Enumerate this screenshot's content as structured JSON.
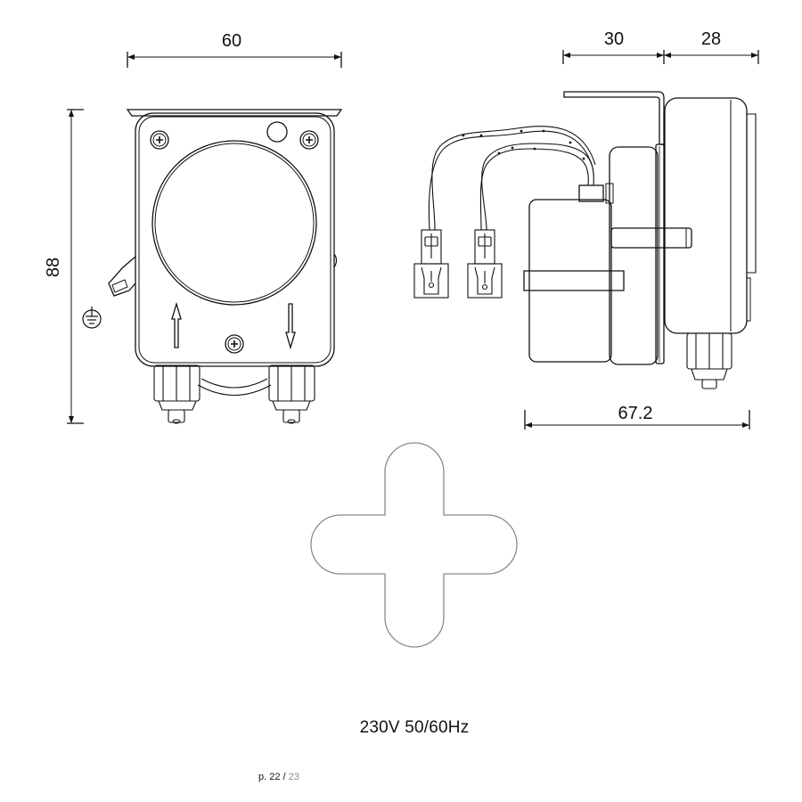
{
  "dimensions": {
    "front_width": "60",
    "front_height": "88",
    "side_motor": "30",
    "side_head": "28",
    "side_total": "67.2"
  },
  "caption": "230V 50/60Hz",
  "pager": {
    "current": "p. 22",
    "separator": " / ",
    "total": "23"
  },
  "colors": {
    "line": "#111111",
    "cross_outline": "#8a8a8a",
    "page_total": "#8a8a8a"
  },
  "icons": [
    "ground-symbol-icon",
    "flow-arrow-up-icon",
    "flow-arrow-down-icon",
    "screw-icon",
    "cross-mark-icon"
  ]
}
